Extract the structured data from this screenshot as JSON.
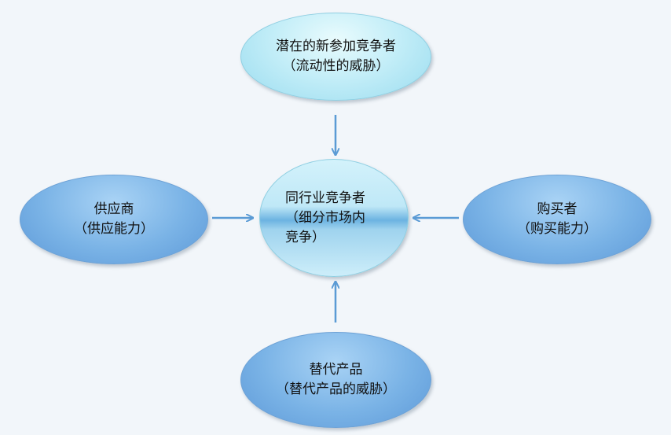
{
  "diagram": {
    "top": {
      "line1": "潜在的新参加竞争者",
      "line2": "（流动性的威胁）"
    },
    "left": {
      "line1": "供应商",
      "line2": "（供应能力）"
    },
    "right": {
      "line1": "购买者",
      "line2": "（购买能力）"
    },
    "bottom": {
      "line1": "替代产品",
      "line2": "（替代产品的威胁）"
    },
    "center": {
      "line1": "同行业竞争者",
      "line2": "（细分市场内",
      "line3": "竞争）"
    }
  },
  "colors": {
    "arrow": "#5b9bd5",
    "background": "#f2f6fa"
  }
}
